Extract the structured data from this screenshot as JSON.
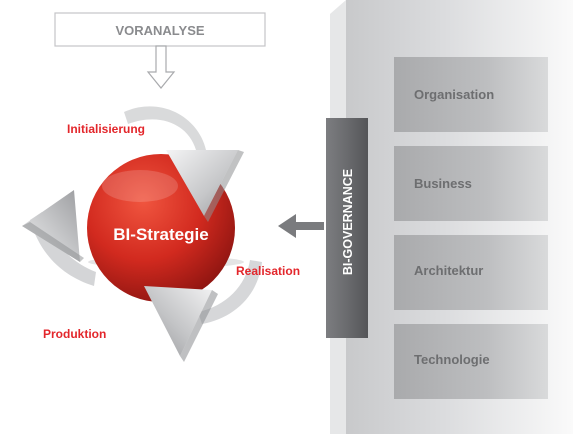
{
  "preanalysis": {
    "label": "VORANALYSE"
  },
  "cycle": {
    "center_label": "BI-Strategie",
    "phases": [
      {
        "label": "Initialisierung"
      },
      {
        "label": "Realisation"
      },
      {
        "label": "Produktion"
      }
    ]
  },
  "governance": {
    "label": "BI-GOVERNANCE",
    "pillars": [
      {
        "label": "Organisation"
      },
      {
        "label": "Business"
      },
      {
        "label": "Architektur"
      },
      {
        "label": "Technologie"
      }
    ]
  },
  "colors": {
    "accent_red": "#e3262b",
    "sphere_red": "#d52a22",
    "governance_bar": "#6d6e70",
    "pillar_fill": "#b4b5b7",
    "text_gray": "#6d6e70"
  }
}
